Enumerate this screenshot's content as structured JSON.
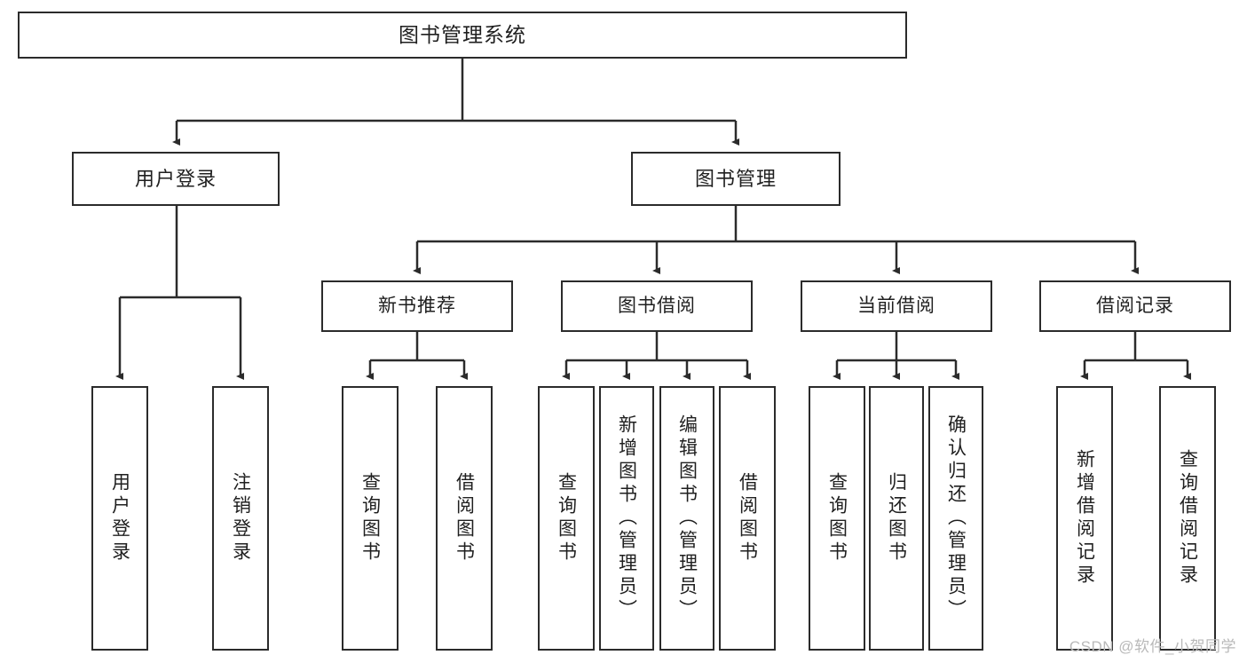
{
  "diagram": {
    "title": "图书管理系统",
    "watermark": "CSDN @软件_小贺同学",
    "root": {
      "label": "图书管理系统"
    },
    "level2": [
      {
        "label": "用户登录"
      },
      {
        "label": "图书管理"
      }
    ],
    "level3": [
      {
        "label": "新书推荐"
      },
      {
        "label": "图书借阅"
      },
      {
        "label": "当前借阅"
      },
      {
        "label": "借阅记录"
      }
    ],
    "leaves": {
      "user_login": [
        {
          "label": "用户登录"
        },
        {
          "label": "注销登录"
        }
      ],
      "new_book": [
        {
          "label": "查询图书"
        },
        {
          "label": "借阅图书"
        }
      ],
      "borrow": [
        {
          "label": "查询图书"
        },
        {
          "label": "新增图书（管理员）"
        },
        {
          "label": "编辑图书（管理员）"
        },
        {
          "label": "借阅图书"
        }
      ],
      "current": [
        {
          "label": "查询图书"
        },
        {
          "label": "归还图书"
        },
        {
          "label": "确认归还（管理员）"
        }
      ],
      "records": [
        {
          "label": "新增借阅记录"
        },
        {
          "label": "查询借阅记录"
        }
      ]
    },
    "colors": {
      "stroke": "#2b2b2b",
      "fill": "#ffffff",
      "text": "#1f1f1f",
      "watermark": "#b9b9b9"
    }
  }
}
